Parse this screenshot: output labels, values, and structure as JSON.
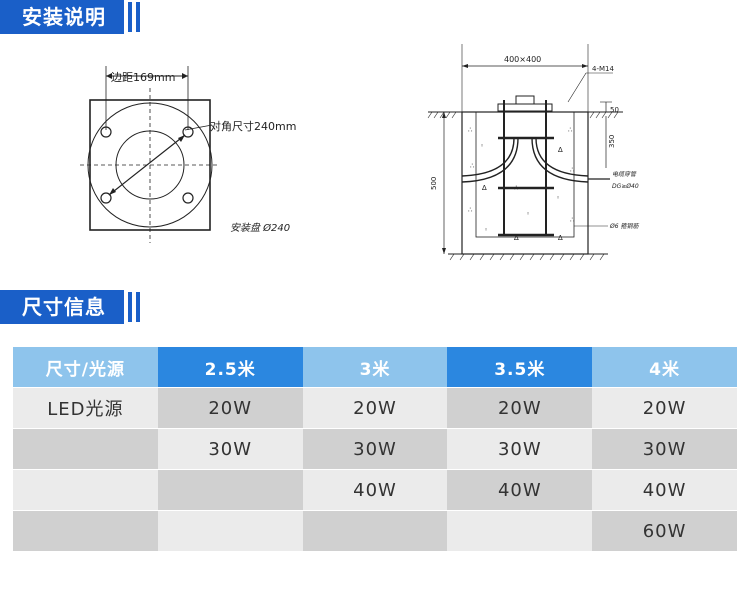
{
  "sections": {
    "install": "安装说明",
    "size": "尺寸信息"
  },
  "drawing_left": {
    "edge_label": "边距169mm",
    "diag_label": "对角尺寸240mm",
    "note": "安装盘 Ø240"
  },
  "drawing_right": {
    "top_dim": "400×400",
    "bolt": "4-M14",
    "dim_50": "50",
    "dim_350": "350",
    "dim_500": "500",
    "conduit": "电缆穿管",
    "conduit_spec": "DG≥Ø40",
    "rebar": "Ø6 箍钢筋"
  },
  "table": {
    "header": [
      "尺寸/光源",
      "2.5米",
      "3米",
      "3.5米",
      "4米"
    ],
    "rows": [
      [
        "LED光源",
        "20W",
        "20W",
        "20W",
        "20W"
      ],
      [
        "",
        "30W",
        "30W",
        "30W",
        "30W"
      ],
      [
        "",
        "",
        "40W",
        "40W",
        "40W"
      ],
      [
        "",
        "",
        "",
        "",
        "60W"
      ]
    ]
  }
}
